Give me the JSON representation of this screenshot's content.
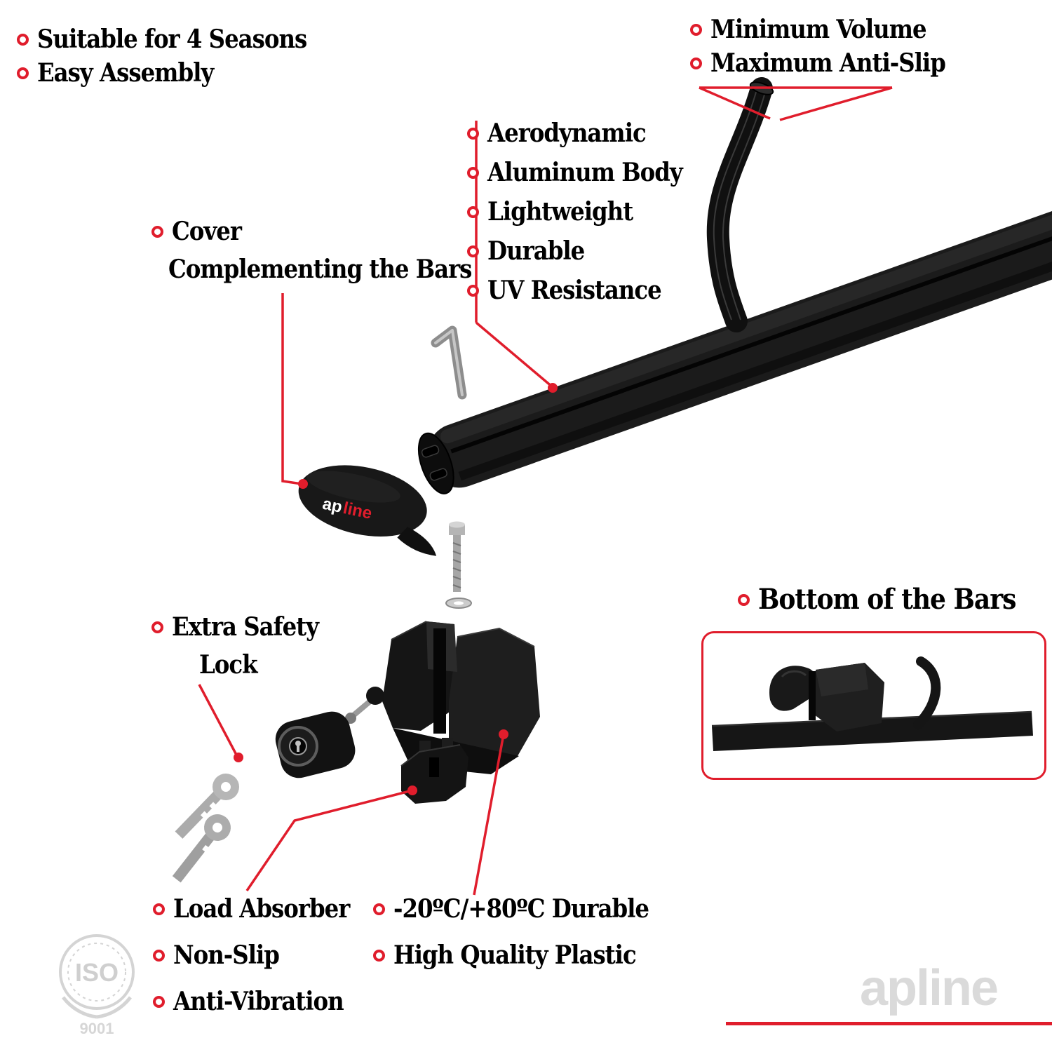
{
  "colors": {
    "accent": "#e01d2c",
    "product_black": "#1a1a1a",
    "watermark_gray": "#dadada",
    "text": "#000000"
  },
  "labels": {
    "top_left": {
      "items": [
        "Suitable for 4 Seasons",
        "Easy Assembly"
      ]
    },
    "top_right": {
      "items": [
        "Minimum Volume",
        "Maximum Anti-Slip"
      ]
    },
    "bar_features": {
      "items": [
        "Aerodynamic",
        "Aluminum Body",
        "Lightweight",
        "Durable",
        "UV Resistance"
      ]
    },
    "cover": {
      "line1": "Cover",
      "line2": "Complementing the Bars"
    },
    "safety_lock": {
      "line1": "Extra Safety",
      "line2": "Lock"
    },
    "bottom_of_bars": {
      "title": "Bottom of the Bars"
    },
    "foot_features": {
      "items": [
        "Load Absorber",
        "Non-Slip",
        "Anti-Vibration"
      ]
    },
    "plastic_features": {
      "items": [
        "-20ºC/+80ºC Durable",
        "High Quality Plastic"
      ]
    }
  },
  "brand": {
    "cover_logo_prefix": "ap",
    "cover_logo_suffix": "line",
    "watermark": "apline",
    "iso_text": "ISO",
    "iso_number": "9001"
  }
}
